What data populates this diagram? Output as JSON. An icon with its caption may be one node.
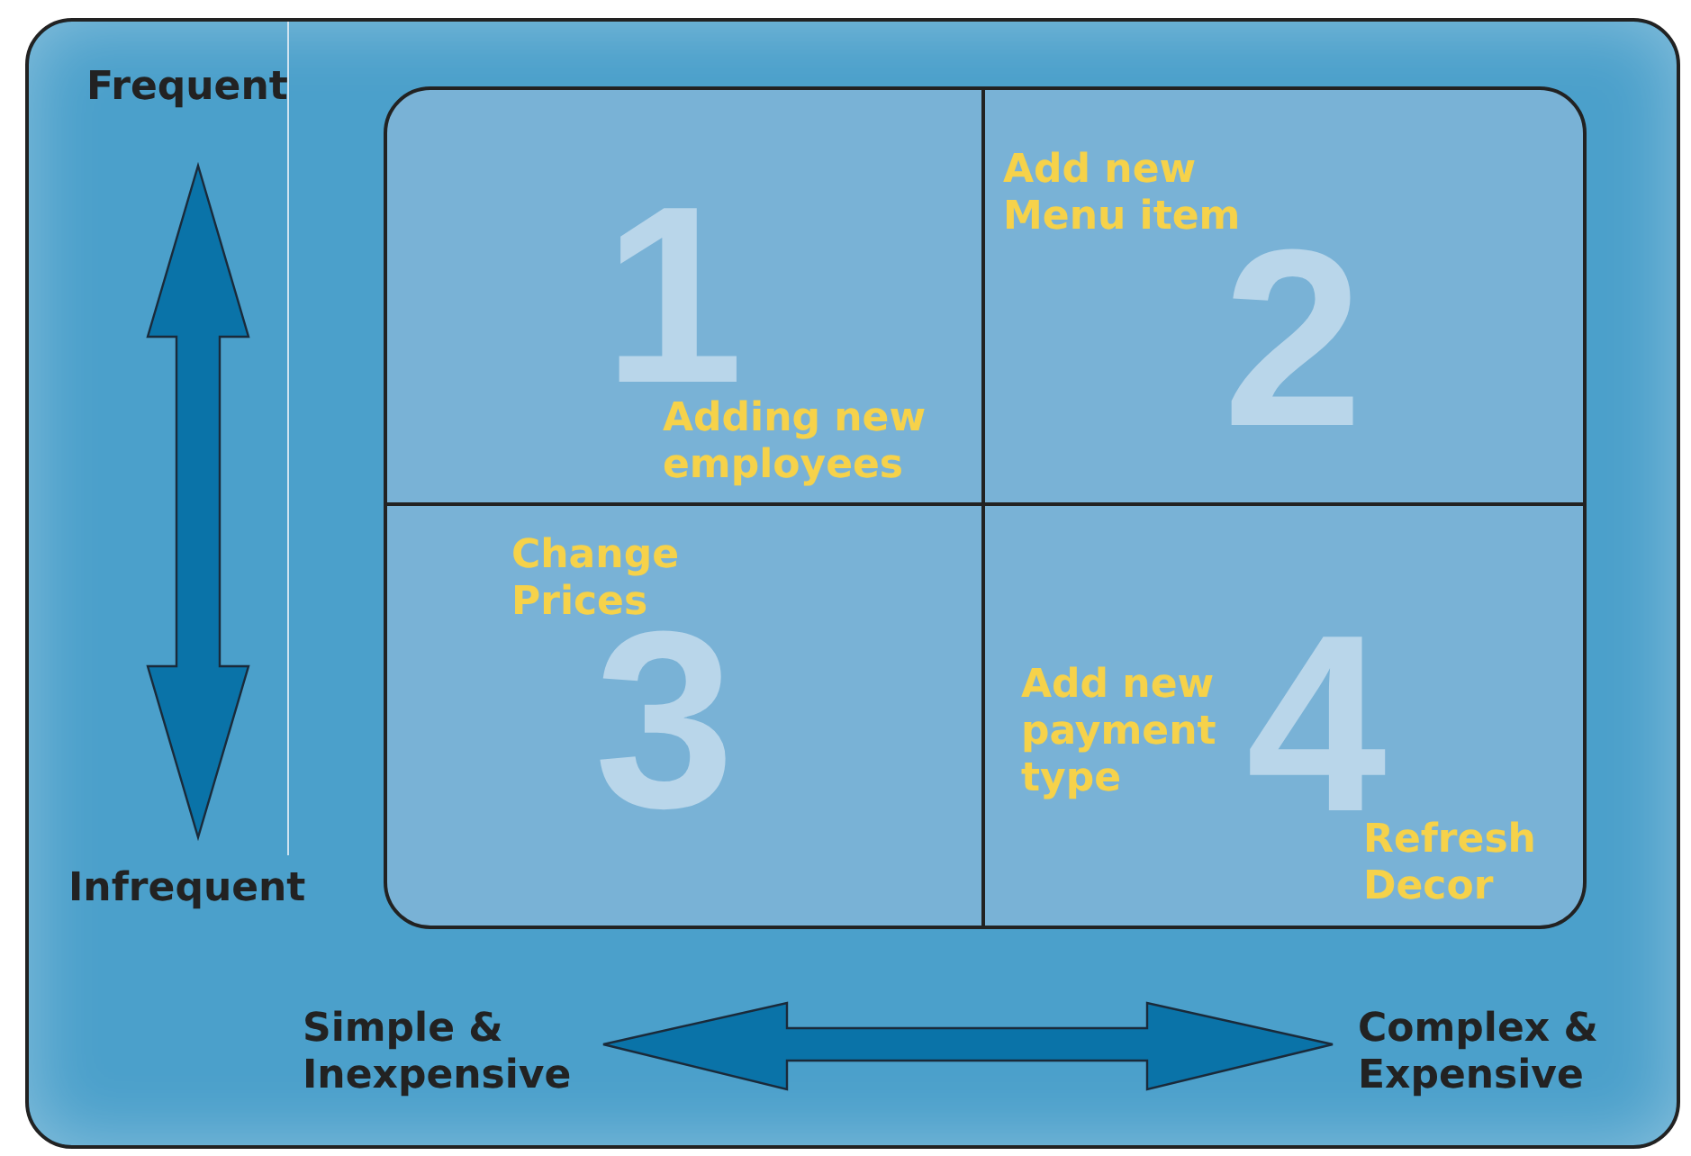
{
  "diagram": {
    "nodes": [
      {
        "text": [
          "1",
          "Adding new employees"
        ]
      },
      {
        "text": [
          "Add new Menu item",
          "2"
        ]
      },
      {
        "text": [
          "Change Prices",
          "3"
        ]
      },
      {
        "text": [
          "Add new payment type",
          "4",
          "Refresh Decor"
        ]
      }
    ],
    "labels": [
      "Frequent",
      "Infrequent",
      "Simple & Inexpensive",
      "Complex & Expensive"
    ]
  }
}
